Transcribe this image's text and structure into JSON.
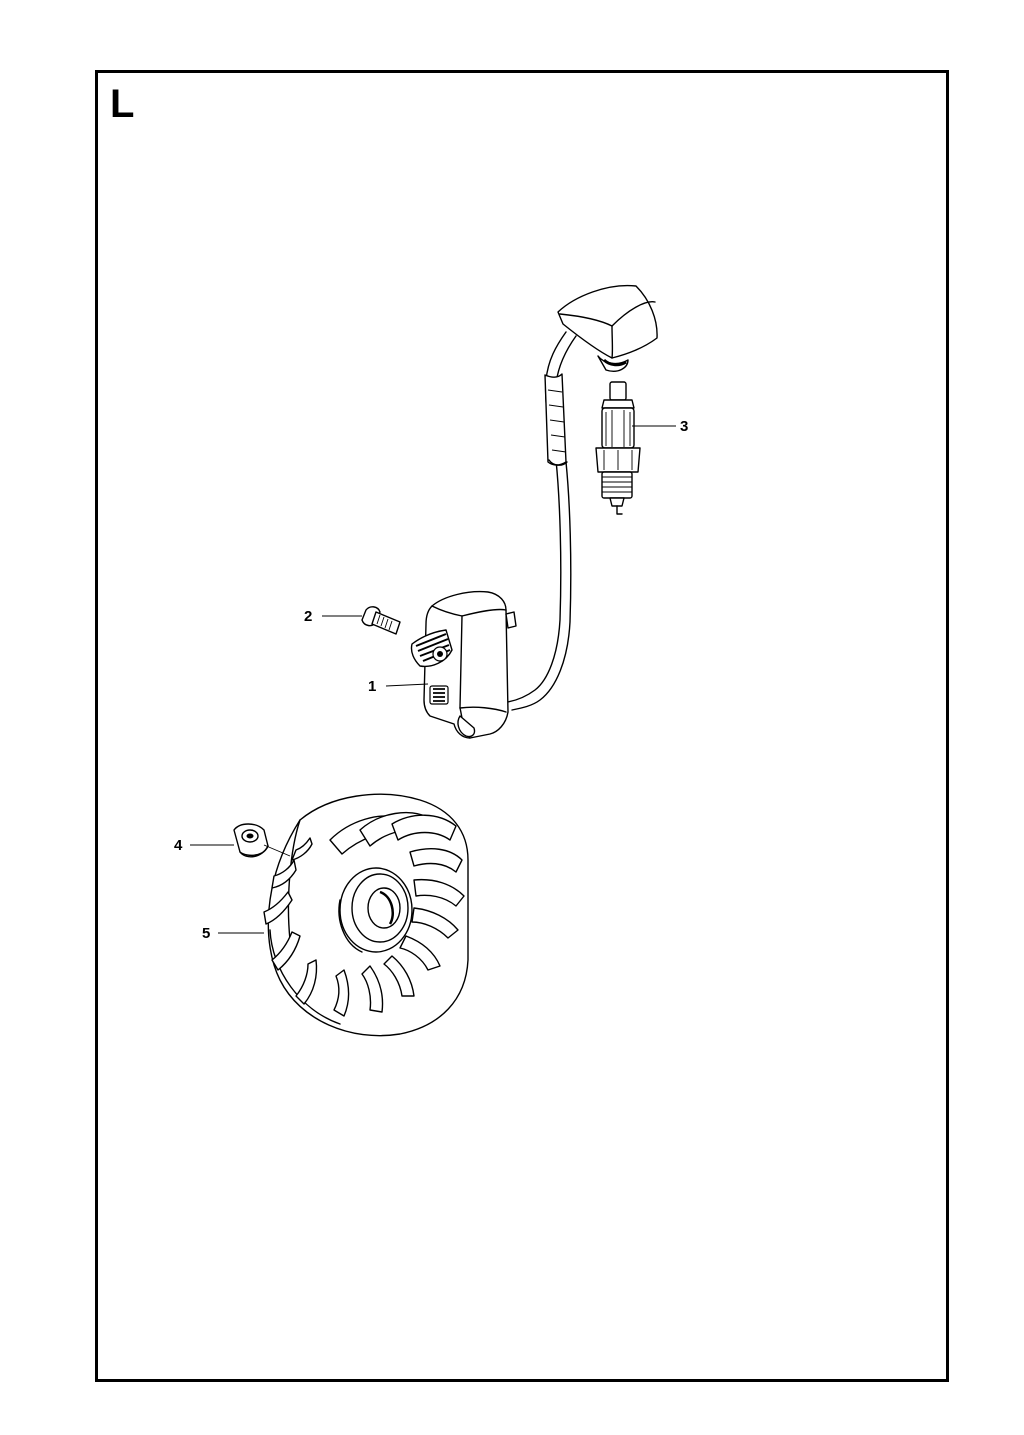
{
  "section": {
    "letter": "L"
  },
  "callouts": [
    {
      "id": "1",
      "label": "1",
      "part": "ignition-module"
    },
    {
      "id": "2",
      "label": "2",
      "part": "screw"
    },
    {
      "id": "3",
      "label": "3",
      "part": "spark-plug"
    },
    {
      "id": "4",
      "label": "4",
      "part": "nut"
    },
    {
      "id": "5",
      "label": "5",
      "part": "flywheel"
    }
  ],
  "colors": {
    "line": "#000000",
    "background": "#ffffff"
  }
}
